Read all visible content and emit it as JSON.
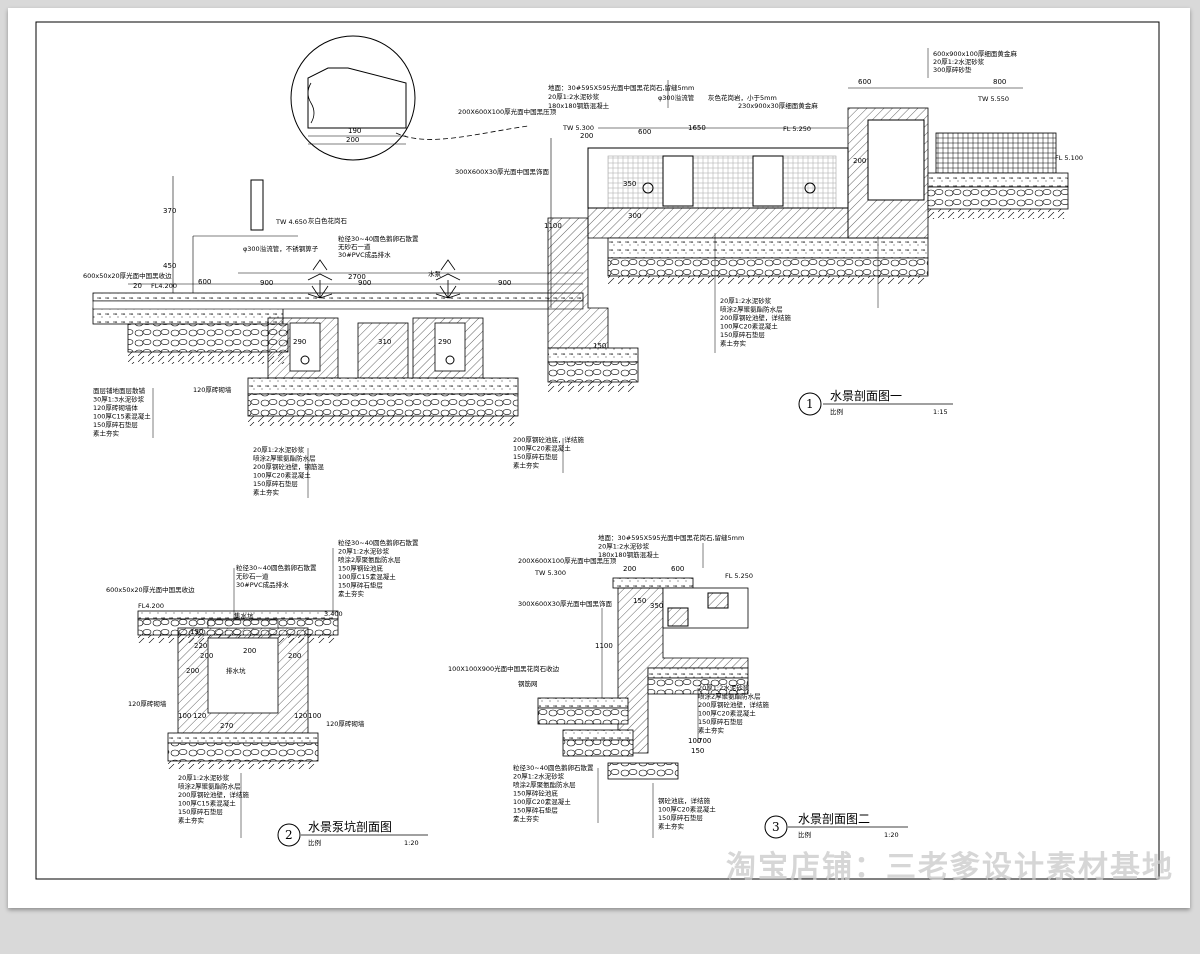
{
  "sections": [
    {
      "number": "1",
      "title": "水景剖面图一",
      "scale_label": "比例",
      "scale": "1:15"
    },
    {
      "number": "2",
      "title": "水景泵坑剖面图",
      "scale_label": "比例",
      "scale": "1:20"
    },
    {
      "number": "3",
      "title": "水景剖面图二",
      "scale_label": "比例",
      "scale": "1:20"
    }
  ],
  "watermark": "淘宝店铺：三老爹设计素材基地",
  "section1": {
    "top_right_notes": [
      "600x900x100厚细面黄金麻",
      "20厚1:2水泥砂浆",
      "300厚碎砂垫"
    ],
    "top_notes": [
      "地面：30#595X595光面中国黑花岗石,留缝5mm",
      "20厚1:2水泥砂浆",
      "180x180钢筋混凝土"
    ],
    "left_notes": [
      "面层铺地面层散铺",
      "30厚1:3水泥砂浆",
      "120厚砖砌墙体",
      "100厚C15素混凝土",
      "150厚碎石垫层",
      "素土夯实"
    ],
    "bottom_notes_a": [
      "20厚1:2水泥砂浆",
      "喷涂2厚聚氨酯防水层",
      "200厚钢砼池壁，钢筋混",
      "100厚C20素混凝土",
      "150厚碎石垫层",
      "素土夯实"
    ],
    "bottom_notes_b": [
      "200厚钢砼池底，详结施",
      "100厚C20素混凝土",
      "150厚碎石垫层",
      "素土夯实"
    ],
    "right_notes": [
      "20厚1:2水泥砂浆",
      "喷涂2厚聚氨酯防水层",
      "200厚钢砼池壁，详结施",
      "100厚C20素混凝土",
      "150厚碎石垫层",
      "素土夯实"
    ],
    "misc_labels": [
      "200X600X100厚光面中国黑压顶",
      "300X600X30厚光面中国黑饰面",
      "灰白色花岗石",
      "灰色花岗岩，小于5mm",
      "TW 5.300",
      "TW 4.650",
      "FL4.200",
      "TW 5.550",
      "FL 5.100",
      "FL 5.250",
      "600x50x20厚光面中国黑收边",
      "120厚砖砌墙",
      "水泵",
      "φ300溢流管，不锈钢箅子",
      "粒径30~40圆色鹅卵石散置",
      "无砂石一道",
      "30#PVC成品排水",
      "φ300溢流管",
      "230x900x30厚细面黄金麻"
    ],
    "dims": [
      "600",
      "2700",
      "900",
      "900",
      "900",
      "290",
      "310",
      "290",
      "600",
      "800",
      "200",
      "1100",
      "600",
      "350",
      "300",
      "200",
      "150",
      "1650",
      "20",
      "370",
      "450"
    ]
  },
  "section2": {
    "notes_top": [
      "粒径30~40圆色鹅卵石散置",
      "20厚1:2水泥砂浆",
      "喷涂2厚聚氨酯防水层",
      "150厚钢砼池底",
      "100厚C15素混凝土",
      "150厚碎石垫层",
      "素土夯实"
    ],
    "notes_left": [
      "粒径30~40圆色鹅卵石散置",
      "无砂石一道",
      "30#PVC成品排水"
    ],
    "notes_bottom": [
      "20厚1:2水泥砂浆",
      "喷涂2厚聚氨酯防水层",
      "200厚钢砼池壁，详结施",
      "100厚C15素混凝土",
      "150厚碎石垫层",
      "素土夯实"
    ],
    "labels": [
      "600x50x20厚光面中国黑收边",
      "FL4.200",
      "3.400",
      "集水坑",
      "120厚砖砌墙",
      "120厚砖砌墙",
      "排水坑"
    ],
    "dims": [
      "150",
      "200",
      "220",
      "200",
      "100",
      "120",
      "120",
      "100",
      "200",
      "200",
      "270"
    ]
  },
  "section3": {
    "notes_top": [
      "地面：30#595X595光面中国黑花岗石,留缝5mm",
      "20厚1:2水泥砂浆",
      "180x180钢筋混凝土"
    ],
    "notes_right": [
      "20厚1:2水泥砂浆",
      "喷涂2厚聚氨酯防水层",
      "200厚钢砼池壁，详结施",
      "100厚C20素混凝土",
      "150厚碎石垫层",
      "素土夯实"
    ],
    "notes_bottom_left": [
      "粒径30~40圆色鹅卵石散置",
      "20厚1:2水泥砂浆",
      "喷涂2厚聚氨酯防水层",
      "150厚碎砼池底",
      "100厚C20素混凝土",
      "150厚碎石垫层",
      "素土夯实"
    ],
    "notes_bottom_right": [
      "钢砼池底，详结施",
      "100厚C20素混凝土",
      "150厚碎石垫层",
      "素土夯实"
    ],
    "labels": [
      "200X600X100厚光面中国黑压顶",
      "300X600X30厚光面中国黑饰面",
      "100X100X900光面中国黑花岗石收边",
      "钢筋网",
      "TW 5.300",
      "FL 5.250"
    ],
    "dims": [
      "200",
      "600",
      "150",
      "1100",
      "350",
      "700",
      "100",
      "150"
    ]
  }
}
